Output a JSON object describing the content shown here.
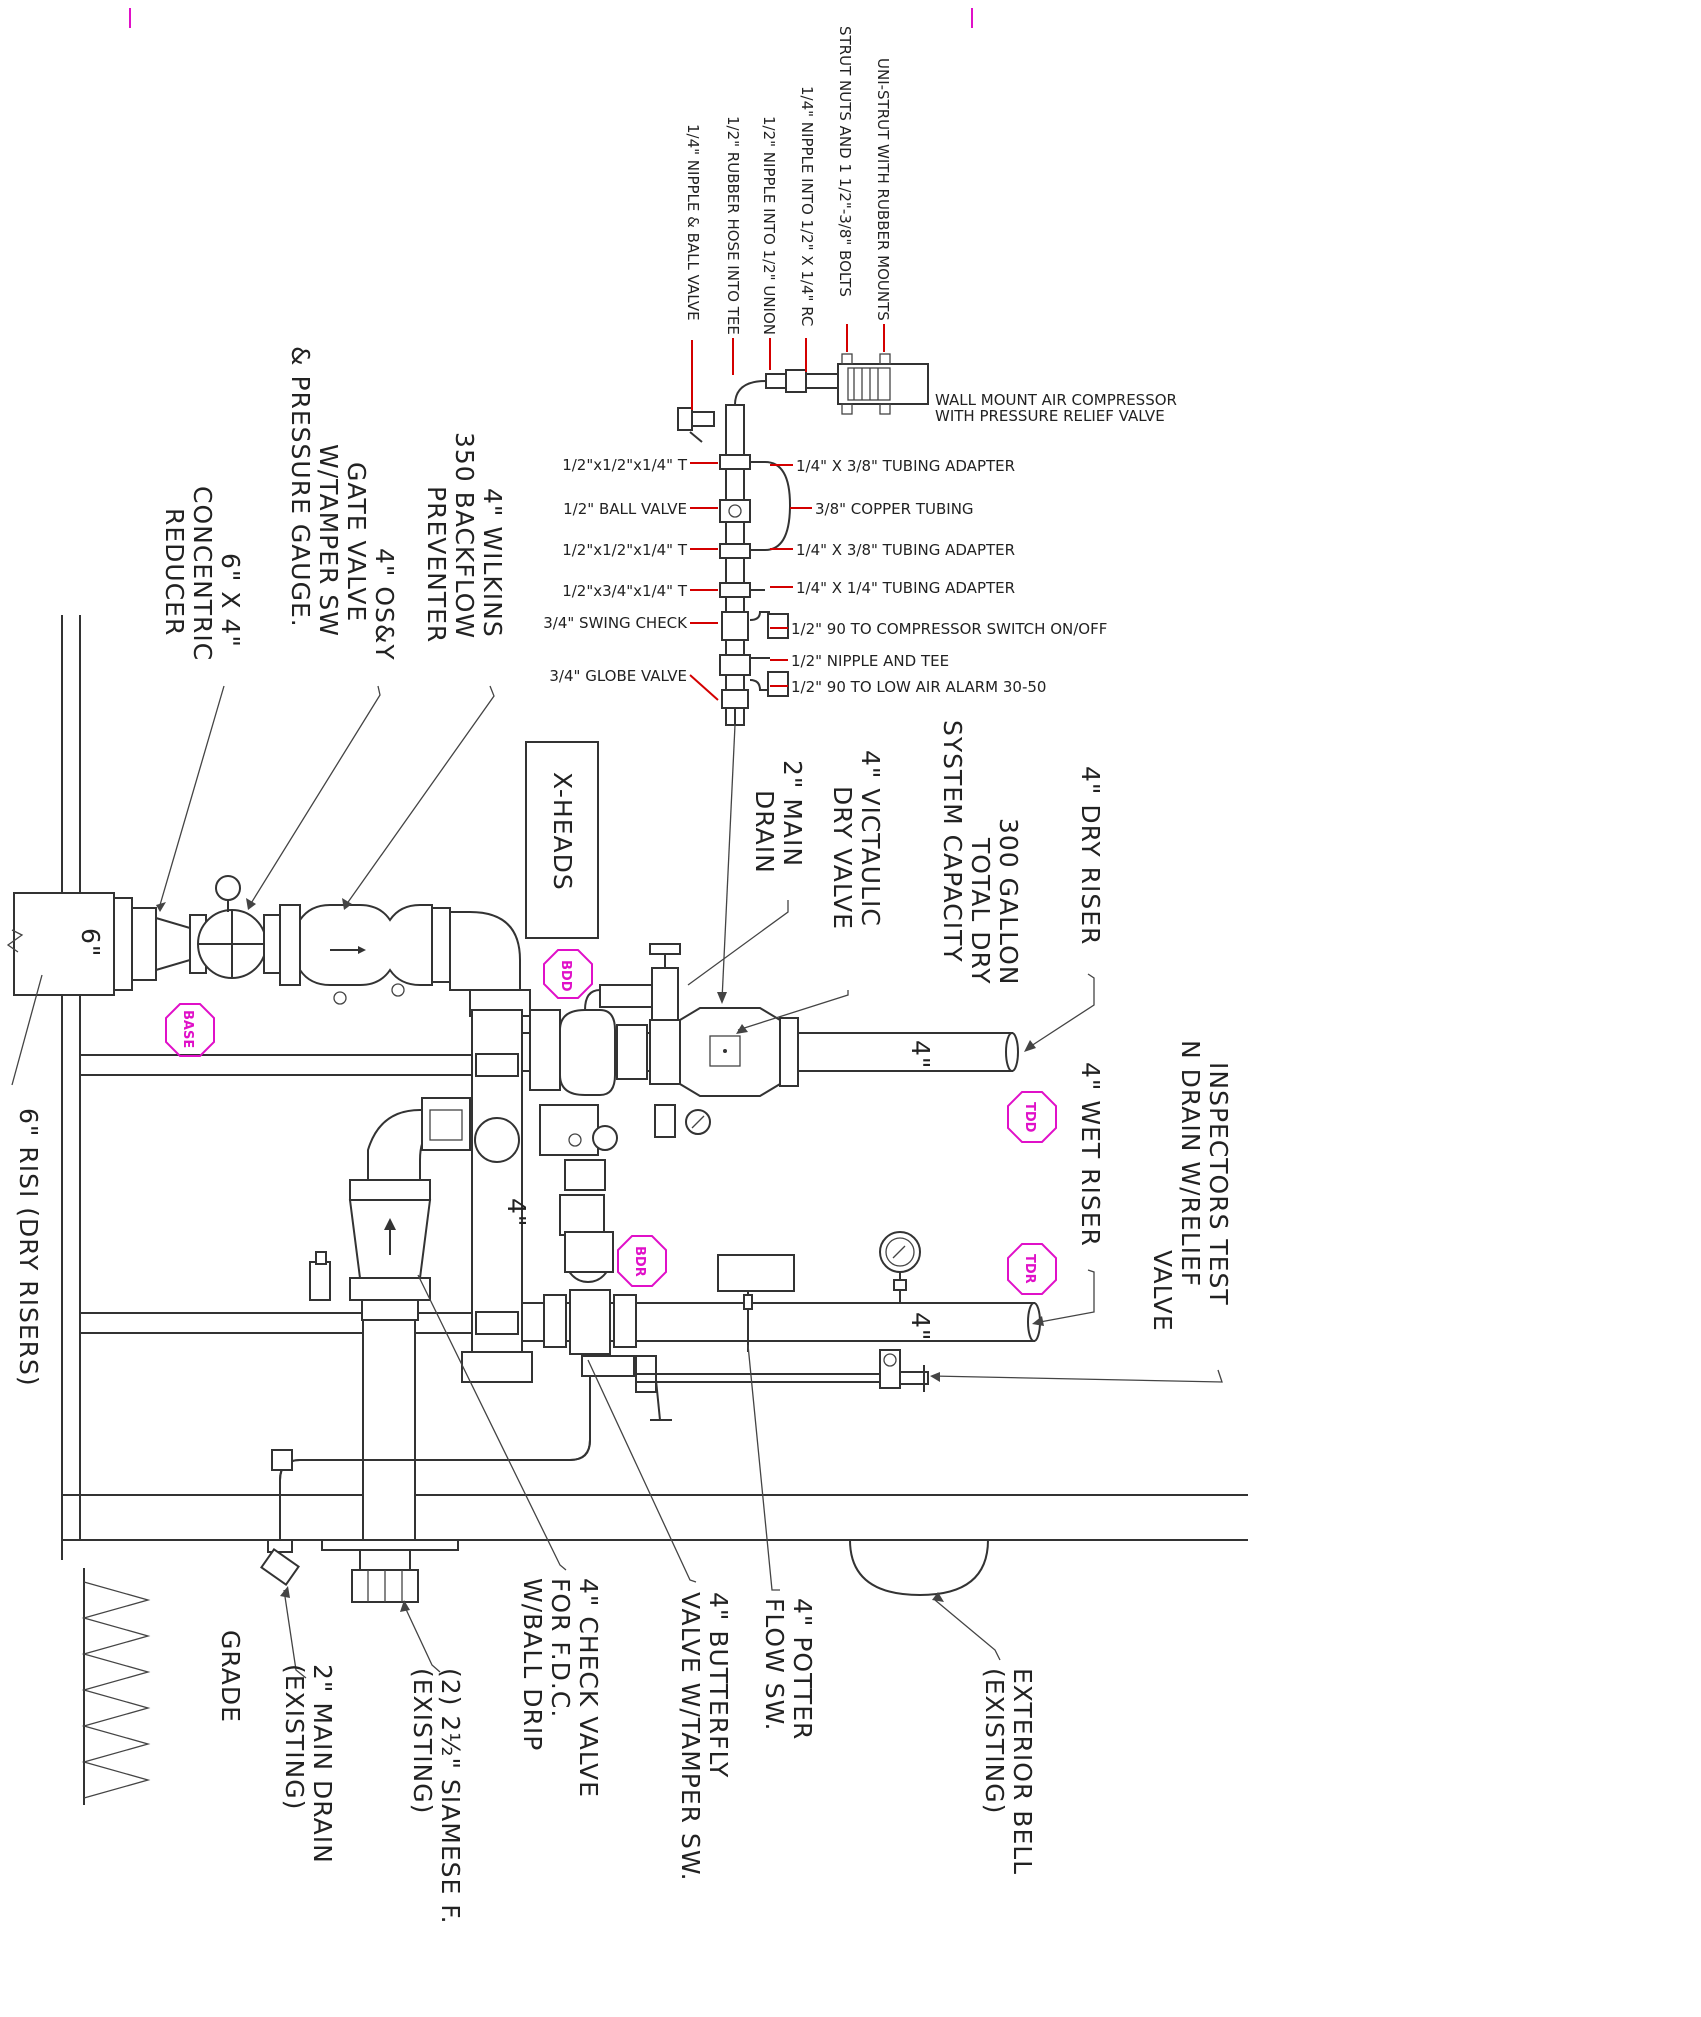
{
  "tags": {
    "bdd": "BDD",
    "base": "BASE",
    "tdd": "TDD",
    "bdr": "BDR",
    "tdr": "TDR"
  },
  "labels": {
    "unistrut": "UNI-STRUT WITH RUBBER MOUNTS",
    "strut_nuts": "STRUT NUTS AND 1 1/2\"-3/8\" BOLTS",
    "nipple_rc": "1/4\" NIPPLE INTO 1/2\" X 1/4\" RC",
    "nipple_union": "1/2\" NIPPLE INTO 1/2\" UNION",
    "rubber_hose": "1/2\" RUBBER HOSE INTO TEE",
    "nipple_ball": "1/4\" NIPPLE & BALL VALVE",
    "compressor_1": "WALL MOUNT AIR COMPRESSOR",
    "compressor_2": "WITH PRESSURE RELIEF VALVE",
    "tee_1": "1/2\"x1/2\"x1/4\" T",
    "ball_valve": "1/2\" BALL VALVE",
    "tee_2": "1/2\"x1/2\"x1/4\" T",
    "tee_3": "1/2\"x3/4\"x1/4\" T",
    "swing_check": "3/4\" SWING CHECK",
    "globe_valve": "3/4\" GLOBE VALVE",
    "tubing_adapter_1": "1/4\" X 3/8\" TUBING ADAPTER",
    "copper_tubing": "3/8\" COPPER TUBING",
    "tubing_adapter_2": "1/4\" X 3/8\" TUBING ADAPTER",
    "tubing_adapter_3": "1/4\" X 1/4\" TUBING ADAPTER",
    "compressor_switch": "1/2\" 90 TO COMPRESSOR SWITCH ON/OFF",
    "nipple_tee": "1/2\" NIPPLE AND TEE",
    "low_air": "1/2\" 90 TO LOW AIR ALARM 30-50",
    "reducer_1": "6\" X 4\"",
    "reducer_2": "CONCENTRIC",
    "reducer_3": "REDUCER",
    "gate_1": "4\" OS&Y",
    "gate_2": "GATE VALVE",
    "gate_3": "W/TAMPER SW",
    "gate_4": "& PRESSURE GAUGE.",
    "backflow_1": "4\" WILKINS",
    "backflow_2": "350 BACKFLOW",
    "backflow_3": "PREVENTER",
    "xheads": "X-HEADS",
    "main_drain_1": "2\" MAIN",
    "main_drain_2": "DRAIN",
    "dry_valve_1": "4\" VICTAULIC",
    "dry_valve_2": "DRY VALVE",
    "capacity_1": "300 GALLON",
    "capacity_2": "TOTAL DRY",
    "capacity_3": "SYSTEM CAPACITY",
    "dry_riser": "4\" DRY RISER",
    "wet_riser": "4\" WET RISER",
    "inspectors_1": "INSPECTORS TEST",
    "inspectors_2": "N DRAIN W/RELIEF",
    "inspectors_3": "VALVE",
    "size_6": "6\"",
    "size_4_dry": "4\"",
    "size_4_header": "4\"",
    "size_4_wet": "4\"",
    "riser_6": "6\" RISI (DRY RISERS)",
    "grade": "GRADE",
    "main_drain_existing_1": "2\" MAIN DRAIN",
    "main_drain_existing_2": "(EXISTING)",
    "siamese_1": "(2) 2½\" SIAMESE F.",
    "siamese_2": "(EXISTING)",
    "check_1": "4\" CHECK VALVE",
    "check_2": "FOR F.D.C.",
    "check_3": "W/BALL DRIP",
    "butterfly_1": "4\" BUTTERFLY",
    "butterfly_2": "VALVE W/TAMPER SW.",
    "potter_1": "4\" POTTER",
    "potter_2": "FLOW SW.",
    "bell_1": "EXTERIOR BELL",
    "bell_2": "(EXISTING)"
  }
}
